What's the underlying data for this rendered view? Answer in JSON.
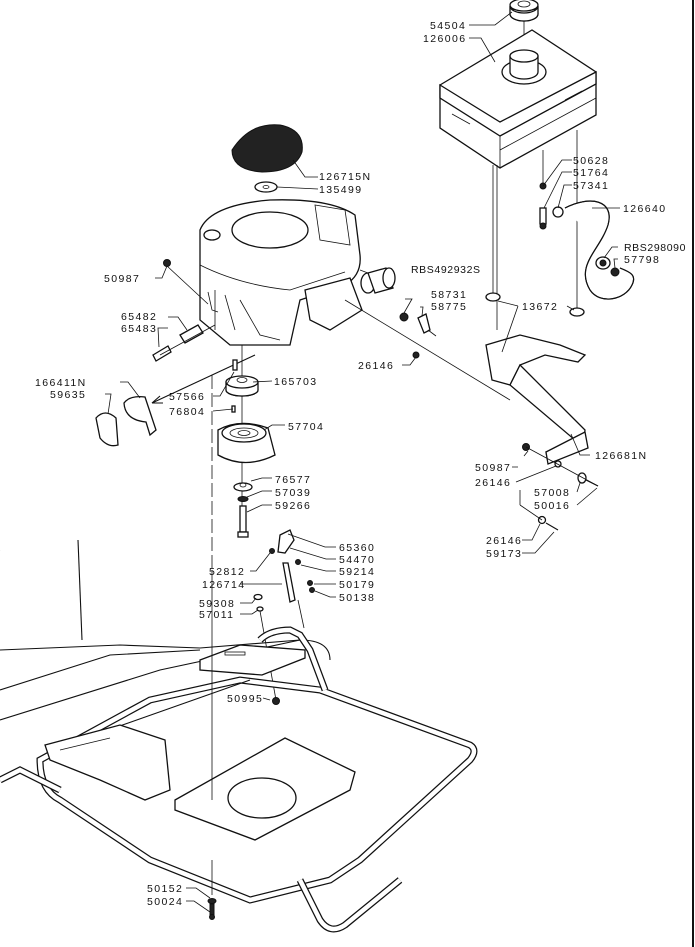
{
  "diagram": {
    "title": "Engine, Fuel Tank and Frame Exploded Parts View",
    "callouts": {
      "fuel_cap": "54504",
      "fuel_tank": "126006",
      "air_filter_screen": "126715N",
      "washer_top": "135499",
      "tank_nut": "50628",
      "tank_fitting": "51764",
      "hose_clamp": "57341",
      "fuel_hose": "126640",
      "fuel_filter": "RBS298090",
      "hose_clamp_2": "57798",
      "engine_nut": "50987",
      "muffler_guard": "RBS492932S",
      "spark_plug": "58731",
      "spark_boot": "58775",
      "grommet": "13672",
      "nut_26146_a": "26146",
      "fitting_a": "65482",
      "fitting_b": "65483",
      "shield": "166411N",
      "cover": "59635",
      "key_pin": "57566",
      "pulley": "165703",
      "key": "76804",
      "clutch": "57704",
      "spacer": "76577",
      "lock_washer": "57039",
      "bolt_clutch": "59266",
      "tank_bracket": "126681N",
      "bracket_nut": "50987",
      "bracket_nut_b": "26146",
      "washer_57008": "57008",
      "bolt_50016": "50016",
      "nut_26146_c": "26146",
      "bolt_59173": "59173",
      "throttle_knob": "65360",
      "lever": "54470",
      "screw_52812": "52812",
      "screw_59214": "59214",
      "control_bracket": "126714",
      "nut_50179": "50179",
      "nut_50138": "50138",
      "screw_59308": "59308",
      "washer_57011": "57011",
      "nut_50995": "50995",
      "washer_50152": "50152",
      "bolt_50024": "50024"
    }
  }
}
